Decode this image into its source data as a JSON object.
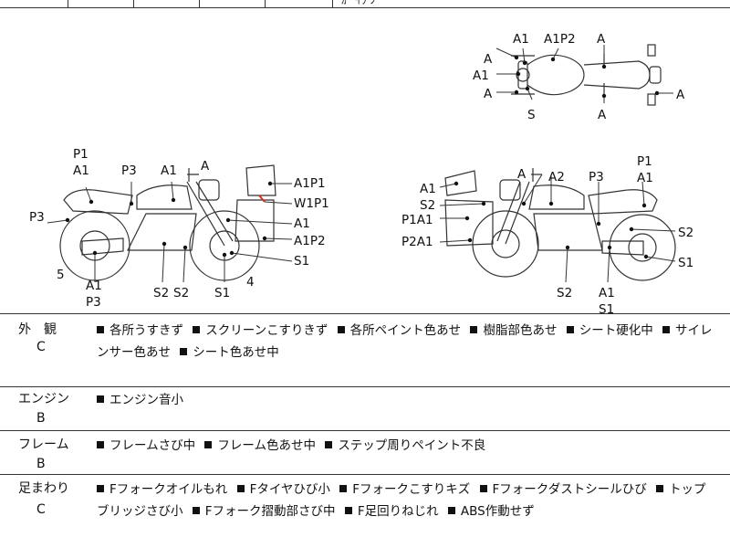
{
  "header_fragment": "ｶﾞ ｲﾗ ﾝ",
  "diagram": {
    "top_view": {
      "top_labels": [
        "A1",
        "A1P2",
        "A"
      ],
      "left_labels": [
        "A",
        "A1",
        "A"
      ],
      "bottom_labels": [
        "S",
        "A"
      ],
      "right_label": "A"
    },
    "left_side": {
      "labels_left": [
        "P1",
        "A1",
        "P3",
        "A1",
        "A"
      ],
      "label_p3_left": "P3",
      "labels_right": [
        "A1P1",
        "W1P1",
        "A1",
        "A1P2",
        "S1"
      ],
      "labels_bottom": [
        "5",
        "A1",
        "P3",
        "S2",
        "S2",
        "S1",
        "4"
      ]
    },
    "right_side": {
      "labels_left": [
        "A1",
        "S2",
        "P1A1",
        "P2A1"
      ],
      "labels_top": [
        "A",
        "A2",
        "P3",
        "P1",
        "A1"
      ],
      "labels_right": [
        "S2",
        "S1"
      ],
      "labels_bottom": [
        "S2",
        "A1",
        "S1"
      ]
    }
  },
  "sections": [
    {
      "label": "外　観",
      "grade": "C",
      "items": [
        "各所うすきず",
        "スクリーンこすりきず",
        "各所ペイント色あせ",
        "樹脂部色あせ",
        "シート硬化中",
        "サイレンサー色あせ",
        "シート色あせ中"
      ]
    },
    {
      "label": "エンジン",
      "grade": "B",
      "items": [
        "エンジン音小"
      ]
    },
    {
      "label": "フレーム",
      "grade": "B",
      "items": [
        "フレームさび中",
        "フレーム色あせ中",
        "ステップ周りペイント不良"
      ]
    },
    {
      "label": "足まわり",
      "grade": "C",
      "items": [
        "Fフォークオイルもれ",
        "Fタイヤひび小",
        "Fフォークこすりキズ",
        "Fフォークダストシールひび",
        "トップブリッジさび小",
        "Fフォーク摺動部さび中",
        "F足回りねじれ",
        "ABS作動せず"
      ]
    }
  ],
  "colors": {
    "line": "#333333",
    "marker": "#d03020"
  }
}
